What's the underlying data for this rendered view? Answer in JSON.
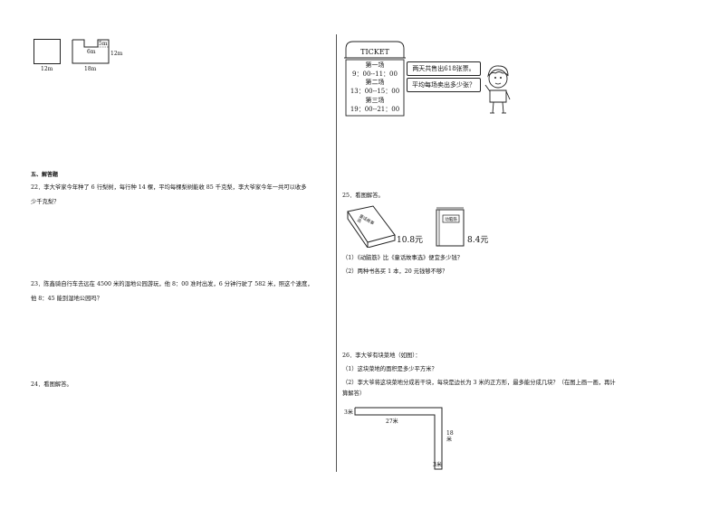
{
  "left": {
    "fig1": {
      "bottom_label": "12m"
    },
    "fig2": {
      "label_5m": "5m",
      "label_6m": "6m",
      "label_12m": "12m",
      "bottom_label": "18m"
    },
    "section5_title": "五、解答题",
    "q22": {
      "line1": "22．李大爷家今年种了 6 行梨树，每行种 14 棵，平均每棵梨树能收 85 千克梨，李大爷家今年一共可以收多",
      "line2": "少千克梨？"
    },
    "q23": {
      "line1": "23．陈鑫骑自行车去远在 4500 米的湿地公园游玩，他 8：00 准时出发，6 分钟行驶了 582 米，照这个速度，",
      "line2": "他 8：45 能到湿地公园吗？"
    },
    "q24": {
      "text": "24．看图解答。"
    }
  },
  "right": {
    "ticket": {
      "title": "TICKET",
      "rows": [
        "第一场",
        "9：00--11：00",
        "第二场",
        "13：00--15：00",
        "第三场",
        "19：00--21：00"
      ]
    },
    "bubble1": "两天共售出618张票。",
    "bubble2": "平均每场卖出多少张？",
    "q25": {
      "title": "25．看图解答。",
      "book1_title": "童话故事选",
      "book1_price": "10.8元",
      "book2_title": "动脑筋",
      "book2_price": "8.4元",
      "sub1": "（1）《动脑筋》比《童话故事选》便宜多少钱？",
      "sub2": "（2）两种书各买 1 本，20 元钱够不够？"
    },
    "q26": {
      "title": "26．李大爷有块菜地（如图）：",
      "sub1": "（1）这块菜地的面积是多少平方米？",
      "sub2_line1": "（2）李大爷将这块菜地分成若干块，每块是边长为 3 米的正方形，最多能分成几块？（在图上画一画，再计",
      "sub2_line2": "算解答）",
      "label_3m_left": "3米",
      "label_27m": "27米",
      "label_18m": "18米",
      "label_3m_bottom": "3米"
    }
  }
}
